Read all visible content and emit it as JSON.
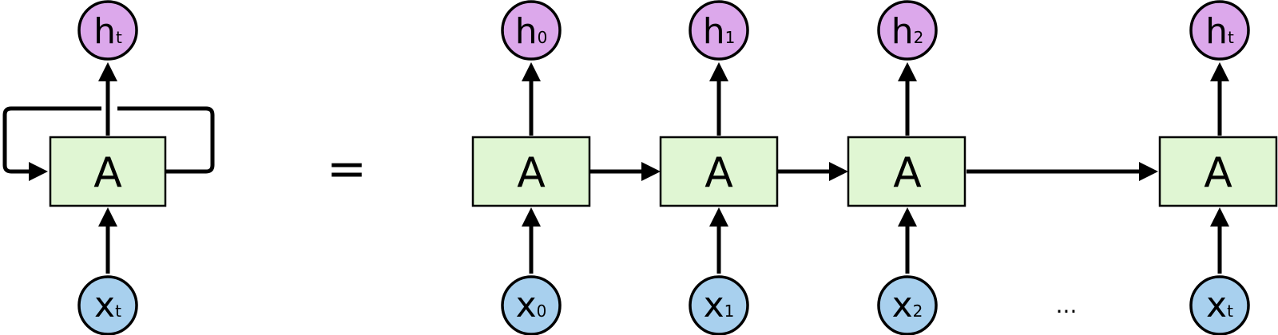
{
  "colors": {
    "cell_fill": "#e0f6d3",
    "output_fill": "#dca8eb",
    "input_fill": "#a8d0ee",
    "stroke": "#000000"
  },
  "folded": {
    "cell": {
      "label": "A"
    },
    "output": {
      "main": "h",
      "sub": "t"
    },
    "input": {
      "main": "x",
      "sub": "t"
    }
  },
  "equals": "=",
  "unrolled": [
    {
      "cell": "A",
      "output": {
        "main": "h",
        "sub": "0"
      },
      "input": {
        "main": "x",
        "sub": "0"
      }
    },
    {
      "cell": "A",
      "output": {
        "main": "h",
        "sub": "1"
      },
      "input": {
        "main": "x",
        "sub": "1"
      }
    },
    {
      "cell": "A",
      "output": {
        "main": "h",
        "sub": "2"
      },
      "input": {
        "main": "x",
        "sub": "2"
      }
    },
    {
      "cell": "A",
      "output": {
        "main": "h",
        "sub": "t"
      },
      "input": {
        "main": "x",
        "sub": "t"
      }
    }
  ],
  "ellipsis": "..."
}
